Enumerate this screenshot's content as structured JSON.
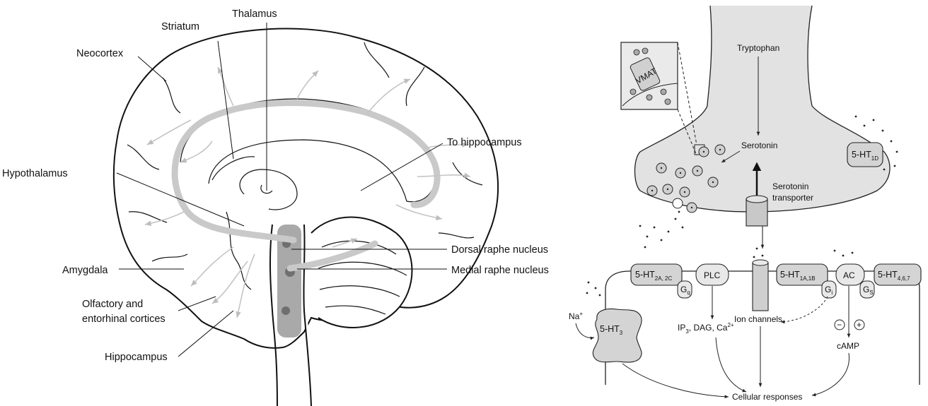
{
  "brain": {
    "thalamus": "Thalamus",
    "striatum": "Striatum",
    "neocortex": "Neocortex",
    "to_hippocampus": "To hippocampus",
    "hypothalamus": "Hypothalamus",
    "dorsal_raphe": "Dorsal raphe nucleus",
    "medial_raphe": "Medial raphe nucleus",
    "amygdala": "Amygdala",
    "olfactory_1": "Olfactory and",
    "olfactory_2": "entorhinal cortices",
    "hippocampus": "Hippocampus"
  },
  "synapse": {
    "tryptophan": "Tryptophan",
    "vmat": "VMAT",
    "serotonin": "Serotonin",
    "transporter_1": "Serotonin",
    "transporter_2": "transporter",
    "ht1d": "5-HT",
    "ht1d_sub": "1D",
    "ht2": "5-HT",
    "ht2_sub": "2A, 2C",
    "gq": "G",
    "gq_sub": "q",
    "plc": "PLC",
    "ht1ab": "5-HT",
    "ht1ab_sub": "1A,1B",
    "gi": "G",
    "gi_sub": "i",
    "ac": "AC",
    "gs": "G",
    "gs_sub": "S",
    "ht4": "5-HT",
    "ht4_sub": "4,6,7",
    "na": "Na",
    "na_sup": "+",
    "ht3": "5-HT",
    "ht3_sub": "3",
    "ion_channels": "Ion channels",
    "ip3": "IP",
    "ip3_sub": "3",
    "dag": ", DAG, Ca",
    "ca_sup": "2+",
    "minus": "−",
    "plus": "+",
    "camp": "cAMP",
    "cellular": "Cellular responses"
  }
}
